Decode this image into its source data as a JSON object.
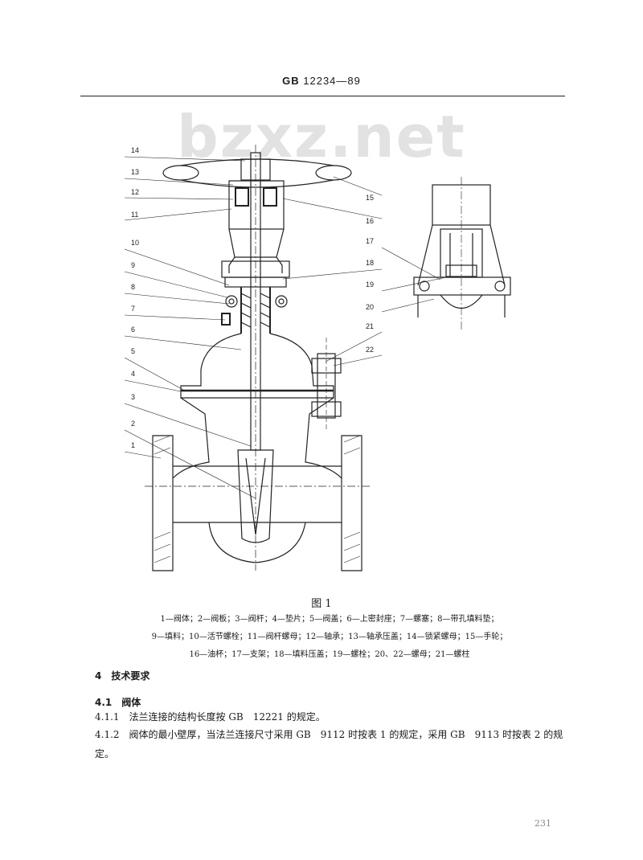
{
  "header": {
    "standard_prefix": "GB",
    "standard_number": "12234—89"
  },
  "watermark": "bzxz.net",
  "figure": {
    "caption": "图 1",
    "callouts_left": [
      "14",
      "13",
      "12",
      "11",
      "10",
      "9",
      "8",
      "7",
      "6",
      "5",
      "4",
      "3",
      "2",
      "1"
    ],
    "callouts_right": [
      "15",
      "16",
      "17",
      "18",
      "19",
      "20",
      "21",
      "22"
    ],
    "legend_lines": [
      "1—阀体；2—阀板；3—阀杆；4—垫片；5—阀盖；6—上密封座；7—螺塞；8—带孔填料垫；",
      "9—填料；10—活节螺栓；11—阀杆螺母；12—轴承；13—轴承压盖；14—锁紧螺母；15—手轮；",
      "16—油杯；17—支架；18—填料压盖；19—螺栓；20、22—螺母；21—螺柱"
    ]
  },
  "section4": {
    "heading": "4　技术要求"
  },
  "section41": {
    "heading": "4.1　阀体"
  },
  "clause411": {
    "text": "4.1.1　法兰连接的结构长度按 GB　12221 的规定。"
  },
  "clause412": {
    "text": "4.1.2　阀体的最小壁厚，当法兰连接尺寸采用 GB　9112 时按表 1 的规定，采用 GB　9113 时按表 2 的规定。"
  },
  "page_number": "231"
}
